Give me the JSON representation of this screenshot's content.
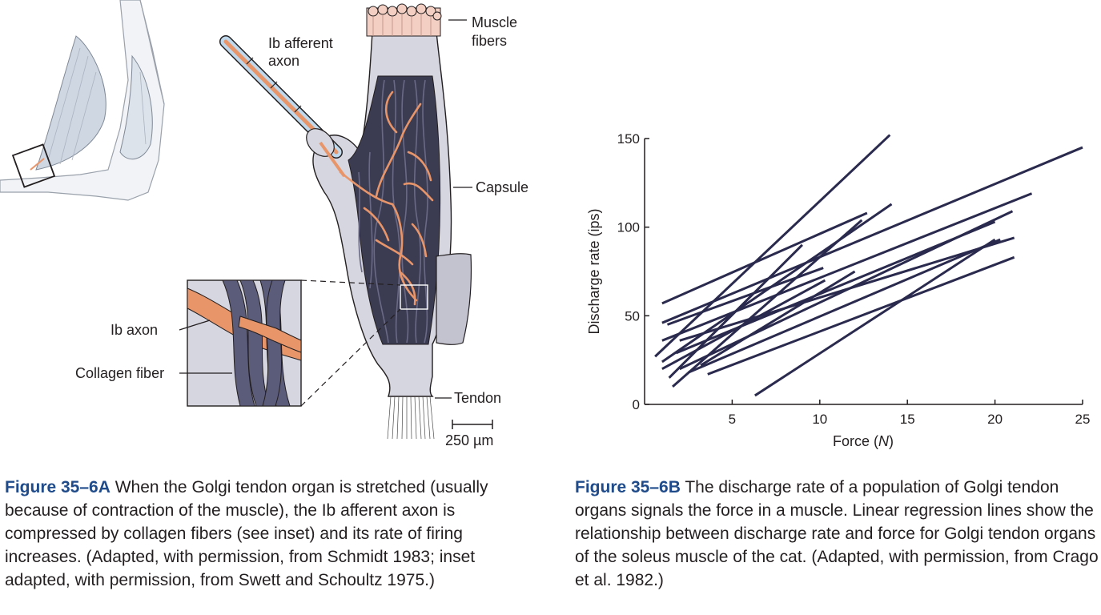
{
  "panel_a": {
    "labels": {
      "ib_afferent_line1": "Ib afferent",
      "ib_afferent_line2": "axon",
      "muscle_fibers_line1": "Muscle",
      "muscle_fibers_line2": "fibers",
      "capsule": "Capsule",
      "tendon": "Tendon",
      "ib_axon": "Ib axon",
      "collagen_fiber": "Collagen fiber",
      "scale_bar": "250 µm"
    },
    "caption": {
      "figure_label": "Figure 35–6A",
      "text": " When the Golgi tendon organ is stretched (usually because of contraction of the muscle), the Ib afferent axon is compressed by collagen fibers (see inset) and its rate of firing increases. (Adapted, with permission, from Schmidt 1983; inset adapted, with permission, from Swett and Schoultz 1975.)"
    }
  },
  "panel_b": {
    "caption": {
      "figure_label": "Figure 35–6B",
      "text": " The discharge rate of a population of Golgi tendon organs signals the force in a muscle. Linear regression lines show the relationship between discharge rate and force for Golgi tendon organs of the soleus muscle of the cat. (Adapted, with permission, from Crago et al. 1982.)"
    }
  },
  "chart_data": {
    "type": "line",
    "title": "",
    "xlabel": "Force (N)",
    "ylabel": "Discharge rate (ips)",
    "xlim": [
      0,
      25
    ],
    "ylim": [
      0,
      150
    ],
    "xticks": [
      5,
      10,
      15,
      20,
      25
    ],
    "yticks": [
      0,
      50,
      100,
      150
    ],
    "grid": false,
    "line_color": "#2a2a4e",
    "series": [
      {
        "x": [
          1.0,
          12.7
        ],
        "y": [
          57,
          108
        ]
      },
      {
        "x": [
          0.6,
          14.0
        ],
        "y": [
          27,
          152
        ]
      },
      {
        "x": [
          1.0,
          25.0
        ],
        "y": [
          46,
          145
        ]
      },
      {
        "x": [
          1.6,
          12.4
        ],
        "y": [
          10,
          104
        ]
      },
      {
        "x": [
          1.4,
          9.0
        ],
        "y": [
          15,
          90
        ]
      },
      {
        "x": [
          1.0,
          14.1
        ],
        "y": [
          24,
          113
        ]
      },
      {
        "x": [
          1.0,
          22.1
        ],
        "y": [
          36,
          119
        ]
      },
      {
        "x": [
          1.3,
          10.2
        ],
        "y": [
          45,
          77
        ]
      },
      {
        "x": [
          2.0,
          21.0
        ],
        "y": [
          20,
          109
        ]
      },
      {
        "x": [
          1.8,
          20.0
        ],
        "y": [
          29,
          103
        ]
      },
      {
        "x": [
          2.5,
          20.3
        ],
        "y": [
          18,
          93
        ]
      },
      {
        "x": [
          3.2,
          12.0
        ],
        "y": [
          22,
          75
        ]
      },
      {
        "x": [
          2.0,
          21.1
        ],
        "y": [
          36,
          94
        ]
      },
      {
        "x": [
          1.0,
          10.3
        ],
        "y": [
          20,
          70
        ]
      },
      {
        "x": [
          3.6,
          21.1
        ],
        "y": [
          17,
          83
        ]
      },
      {
        "x": [
          6.3,
          20.0
        ],
        "y": [
          5,
          93
        ]
      }
    ]
  }
}
